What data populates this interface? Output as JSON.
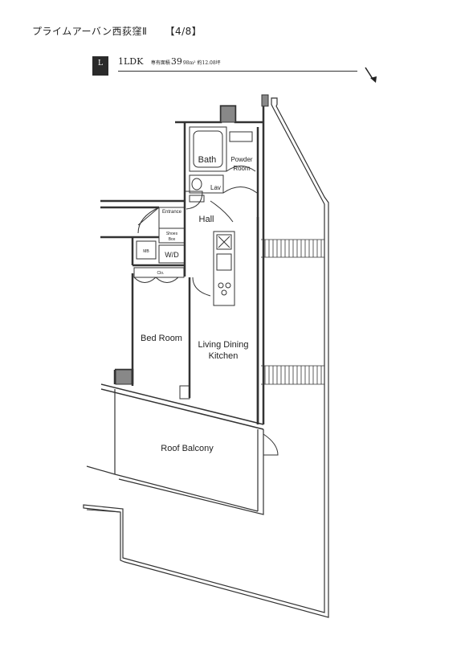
{
  "header": {
    "building": "プライムアーバン西荻窪Ⅱ",
    "page": "【4/8】"
  },
  "unit": {
    "badge": "L",
    "type": "1LDK",
    "area_caption": "専有面積",
    "area_value": "39",
    "area_unit": "98m² 約12.08坪"
  },
  "rooms": {
    "bath": "Bath",
    "powder": "Powder",
    "powder2": "Room",
    "lav": "Lav",
    "entrance": "Entrance",
    "hall": "Hall",
    "shoes": "Shoes",
    "box": "Box",
    "wd": "W/D",
    "closet": "Clo.",
    "mb": "MB",
    "bedroom": "Bed Room",
    "ldk1": "Living Dining",
    "ldk2": "Kitchen",
    "balcony": "Roof Balcony"
  }
}
